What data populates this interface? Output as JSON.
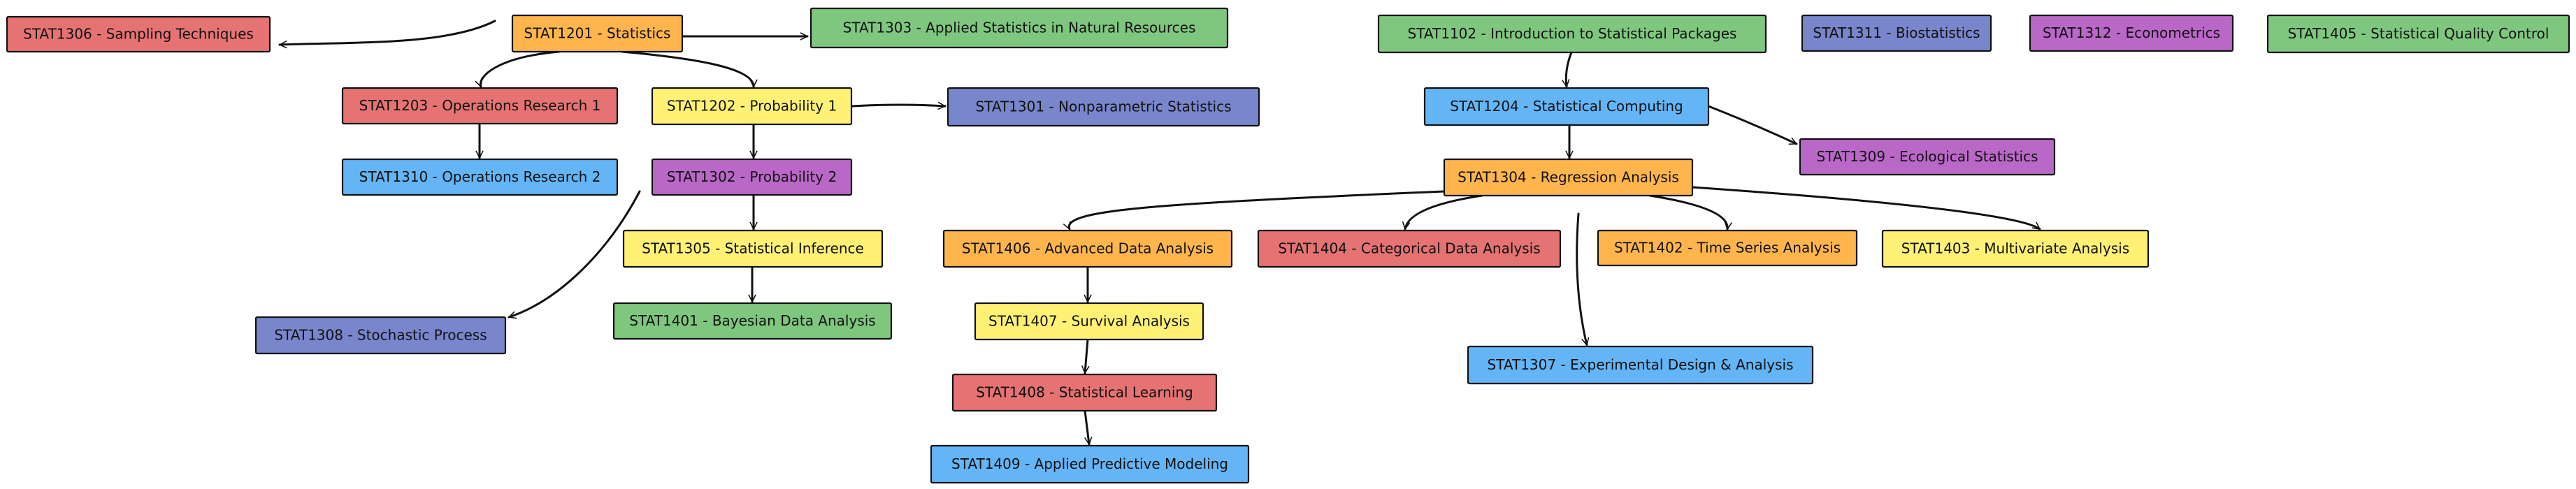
{
  "colors": {
    "red": "#e57373",
    "orange": "#ffb54d",
    "green": "#7fc77f",
    "yellow": "#fff176",
    "blue": "#64b5f6",
    "indigo": "#7986cb",
    "purple": "#ba68c8"
  },
  "nodes": [
    {
      "id": "STAT1306",
      "label": "STAT1306 - Sampling Techniques",
      "color": "red"
    },
    {
      "id": "STAT1201",
      "label": "STAT1201 - Statistics",
      "color": "orange"
    },
    {
      "id": "STAT1303",
      "label": "STAT1303 - Applied Statistics in Natural Resources",
      "color": "green"
    },
    {
      "id": "STAT1203",
      "label": "STAT1203 - Operations Research 1",
      "color": "red"
    },
    {
      "id": "STAT1202",
      "label": "STAT1202 - Probability 1",
      "color": "yellow"
    },
    {
      "id": "STAT1301",
      "label": "STAT1301 - Nonparametric Statistics",
      "color": "indigo"
    },
    {
      "id": "STAT1310",
      "label": "STAT1310 - Operations Research 2",
      "color": "blue"
    },
    {
      "id": "STAT1302",
      "label": "STAT1302 - Probability 2",
      "color": "purple"
    },
    {
      "id": "STAT1305",
      "label": "STAT1305 - Statistical Inference",
      "color": "yellow"
    },
    {
      "id": "STAT1401",
      "label": "STAT1401 - Bayesian Data Analysis",
      "color": "green"
    },
    {
      "id": "STAT1308",
      "label": "STAT1308 - Stochastic Process",
      "color": "indigo"
    },
    {
      "id": "STAT1102",
      "label": "STAT1102 - Introduction to Statistical Packages",
      "color": "green"
    },
    {
      "id": "STAT1311",
      "label": "STAT1311 - Biostatistics",
      "color": "indigo"
    },
    {
      "id": "STAT1312",
      "label": "STAT1312 - Econometrics",
      "color": "purple"
    },
    {
      "id": "STAT1405",
      "label": "STAT1405 - Statistical Quality Control",
      "color": "green"
    },
    {
      "id": "STAT1204",
      "label": "STAT1204 - Statistical Computing",
      "color": "blue"
    },
    {
      "id": "STAT1309",
      "label": "STAT1309 - Ecological Statistics",
      "color": "purple"
    },
    {
      "id": "STAT1304",
      "label": "STAT1304 - Regression Analysis",
      "color": "orange"
    },
    {
      "id": "STAT1406",
      "label": "STAT1406 - Advanced Data Analysis",
      "color": "orange"
    },
    {
      "id": "STAT1404",
      "label": "STAT1404 - Categorical Data Analysis",
      "color": "red"
    },
    {
      "id": "STAT1402",
      "label": "STAT1402 - Time Series Analysis",
      "color": "orange"
    },
    {
      "id": "STAT1403",
      "label": "STAT1403 - Multivariate Analysis",
      "color": "yellow"
    },
    {
      "id": "STAT1407",
      "label": "STAT1407 - Survival Analysis",
      "color": "yellow"
    },
    {
      "id": "STAT1307",
      "label": "STAT1307 - Experimental Design & Analysis",
      "color": "blue"
    },
    {
      "id": "STAT1408",
      "label": "STAT1408 - Statistical Learning",
      "color": "red"
    },
    {
      "id": "STAT1409",
      "label": "STAT1409 - Applied Predictive Modeling",
      "color": "blue"
    }
  ],
  "edges": [
    {
      "from": "STAT1201",
      "to": "STAT1306"
    },
    {
      "from": "STAT1201",
      "to": "STAT1303"
    },
    {
      "from": "STAT1201",
      "to": "STAT1203"
    },
    {
      "from": "STAT1201",
      "to": "STAT1202"
    },
    {
      "from": "STAT1203",
      "to": "STAT1310"
    },
    {
      "from": "STAT1202",
      "to": "STAT1301"
    },
    {
      "from": "STAT1202",
      "to": "STAT1302"
    },
    {
      "from": "STAT1302",
      "to": "STAT1305"
    },
    {
      "from": "STAT1302",
      "to": "STAT1308"
    },
    {
      "from": "STAT1305",
      "to": "STAT1401"
    },
    {
      "from": "STAT1102",
      "to": "STAT1204"
    },
    {
      "from": "STAT1204",
      "to": "STAT1304"
    },
    {
      "from": "STAT1204",
      "to": "STAT1309"
    },
    {
      "from": "STAT1304",
      "to": "STAT1406"
    },
    {
      "from": "STAT1304",
      "to": "STAT1404"
    },
    {
      "from": "STAT1304",
      "to": "STAT1402"
    },
    {
      "from": "STAT1304",
      "to": "STAT1403"
    },
    {
      "from": "STAT1304",
      "to": "STAT1307"
    },
    {
      "from": "STAT1406",
      "to": "STAT1407"
    },
    {
      "from": "STAT1407",
      "to": "STAT1408"
    },
    {
      "from": "STAT1408",
      "to": "STAT1409"
    }
  ]
}
